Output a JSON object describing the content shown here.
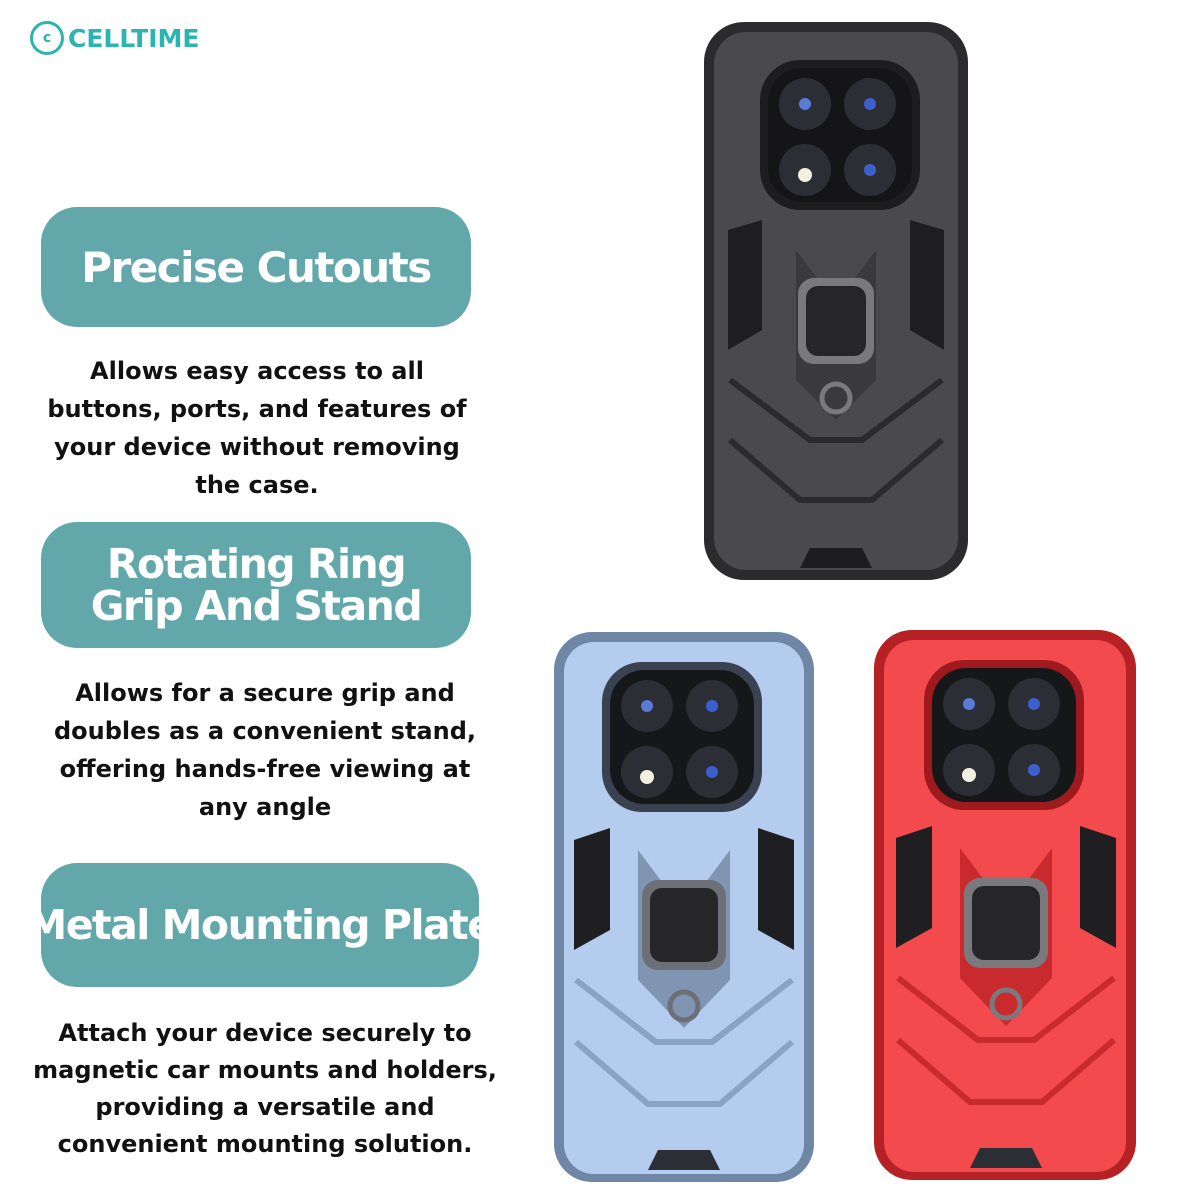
{
  "brand": {
    "name": "CELLTIME",
    "mark": "c",
    "color": "#2bb5b0"
  },
  "features": [
    {
      "title": "Precise Cutouts",
      "description": "Allows easy access to all buttons, ports, and features of your device without removing the case."
    },
    {
      "title": "Rotating Ring Grip And Stand",
      "description": "Allows for a secure grip and doubles as a convenient stand, offering hands-free viewing at any angle"
    },
    {
      "title": "Metal Mounting Plate",
      "description": "Attach your device securely to magnetic car mounts and holders, providing a versatile and convenient mounting solution."
    }
  ],
  "colors": {
    "pill": "#62a8aa",
    "case_black": "#3a3a3c",
    "case_blue": "#a9c6ea",
    "case_red": "#e8383c"
  },
  "product_images": [
    {
      "variant": "black-case"
    },
    {
      "variant": "blue-case"
    },
    {
      "variant": "red-case"
    }
  ]
}
